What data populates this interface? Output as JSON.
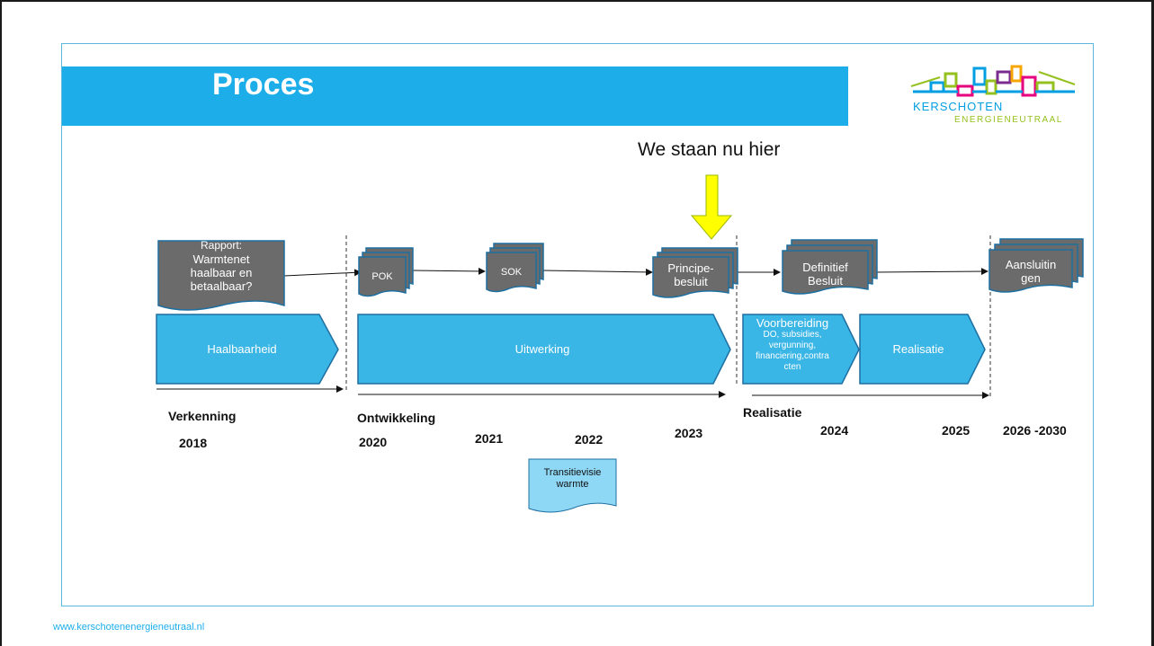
{
  "title": "Proces",
  "here_label": "We staan nu hier",
  "logo": {
    "line1": "KERSCHOTEN",
    "line2": "ENERGIENEUTRAAL",
    "colors": [
      "#e6007e",
      "#009fe3",
      "#95c11f",
      "#f7a600",
      "#7b2c8f"
    ]
  },
  "documents": [
    {
      "name": "doc-rapport",
      "lines": [
        "Rapport:",
        "Warmtenet",
        "haalbaar en",
        "betaalbaar?"
      ]
    },
    {
      "name": "doc-pok",
      "lines": [
        "POK"
      ]
    },
    {
      "name": "doc-sok",
      "lines": [
        "SOK"
      ]
    },
    {
      "name": "doc-principebesluit",
      "lines": [
        "Principe-",
        "besluit"
      ]
    },
    {
      "name": "doc-definitief-besluit",
      "lines": [
        "Definitief",
        "Besluit"
      ]
    },
    {
      "name": "doc-aansluitingen",
      "lines": [
        "Aansluitin",
        "gen"
      ]
    }
  ],
  "phases": [
    {
      "name": "phase-haalbaarheid",
      "lines": [
        "Haalbaarheid"
      ]
    },
    {
      "name": "phase-uitwerking",
      "lines": [
        "Uitwerking"
      ]
    },
    {
      "name": "phase-voorbereiding",
      "lines": [
        "Voorbereiding",
        "DO, subsidies,",
        "vergunning,",
        "financiering,contra",
        "cten"
      ]
    },
    {
      "name": "phase-realisatie",
      "lines": [
        "Realisatie"
      ]
    }
  ],
  "stage_labels": {
    "verkenning": "Verkenning",
    "ontwikkeling": "Ontwikkeling",
    "realisatie": "Realisatie"
  },
  "years": [
    "2018",
    "2020",
    "2021",
    "2022",
    "2023",
    "2024",
    "2025",
    "2026 -2030"
  ],
  "transitievisie": [
    "Transitievisie",
    "warmte"
  ],
  "footer_url": "www.kerschotenenergieneutraal.nl",
  "colors": {
    "accent": "#1daeea",
    "document_fill": "#6b6b6b",
    "phase_fill": "#39b5e6",
    "arrow_yellow": "#ffff00"
  }
}
